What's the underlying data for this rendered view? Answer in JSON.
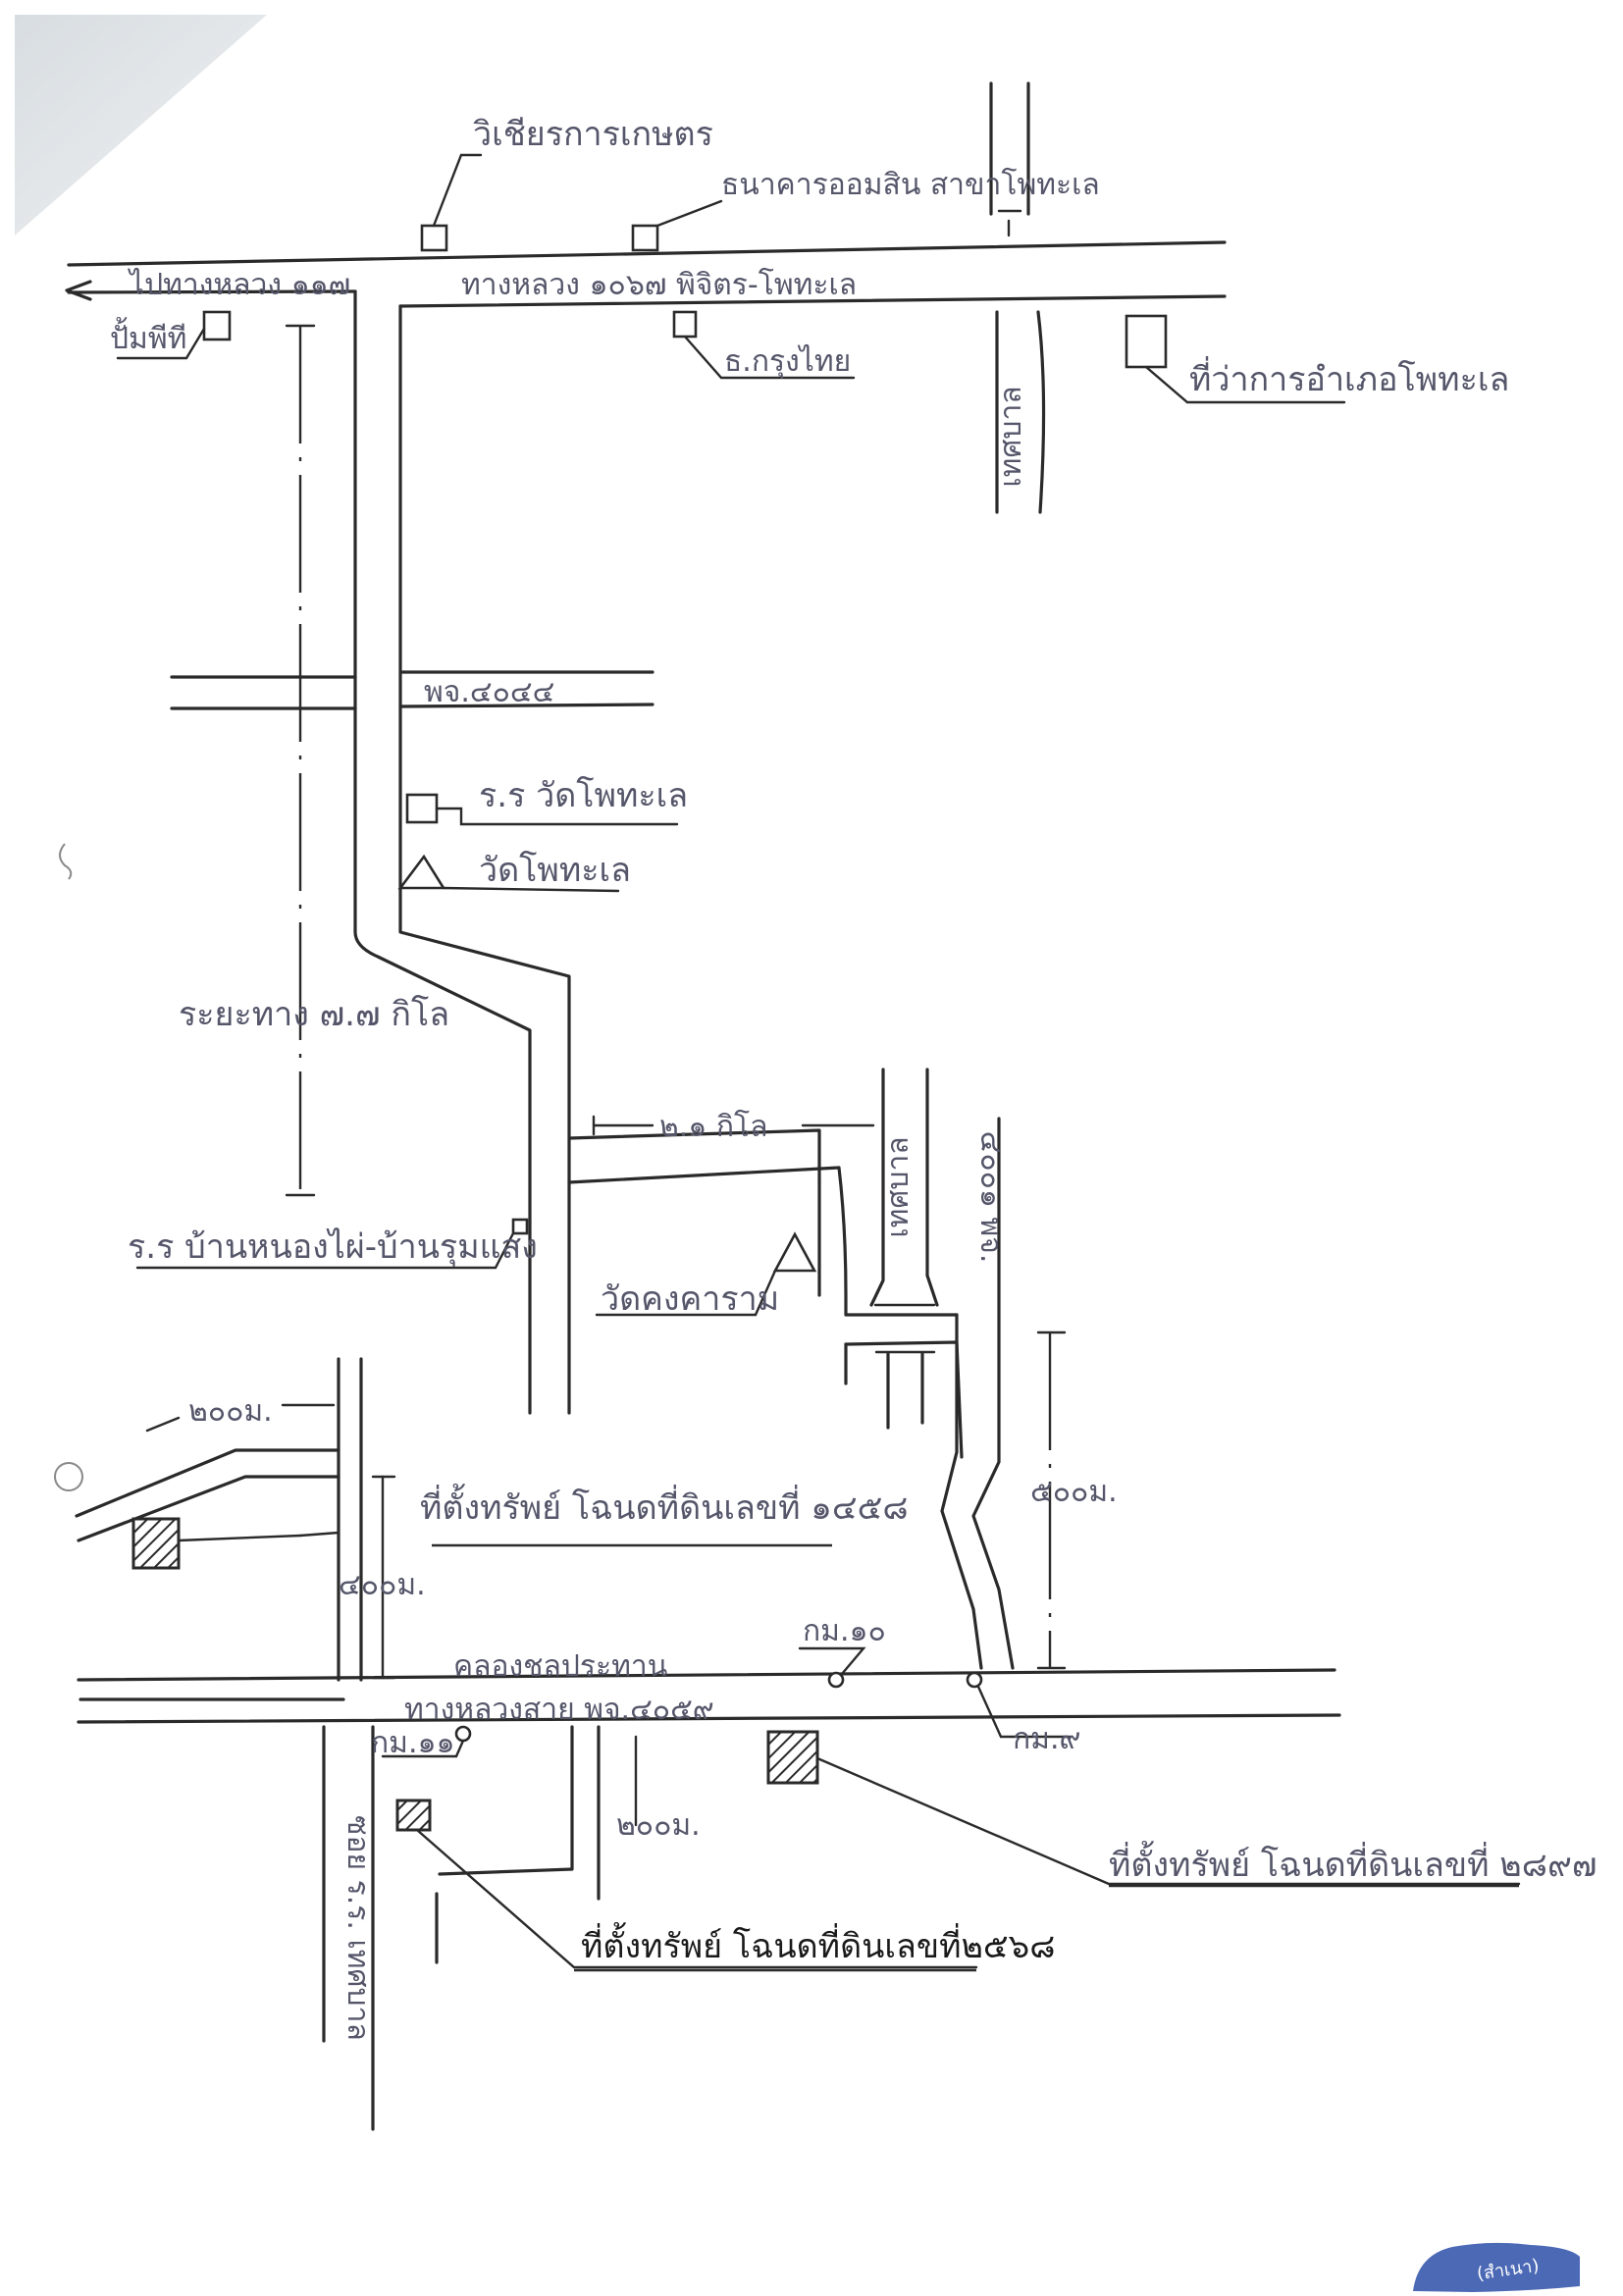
{
  "labels": {
    "highway_117": "ไปทางหลวง ๑๑๗",
    "highway_1067": "ทางหลวง ๑๐๖๗ พิจิตร-โพทะเล",
    "agri_office": "วิเชียรการเกษตร",
    "gsb_bank": "ธนาคารออมสิน สาขาโพทะเล",
    "gas_station": "ปั้มพีที",
    "ktb_bank": "ธ.กรุงไทย",
    "district_office": "ที่ว่าการอำเภอโพทะเล",
    "road_pj4044": "พจ.๔๐๔๔",
    "school_wat_photale": "ร.ร วัดโพทะเล",
    "wat_photale": "วัดโพทะเล",
    "distance_total": "ระยะทาง ๗.๗ กิโล",
    "distance_21": "๒.๑ กิโล",
    "school_nongphai": "ร.ร บ้านหนองไผ่-บ้านรุมแสง",
    "wat_khongkharam": "วัดคงคาราม",
    "road_4001": "๔๐๐๑ พจ.",
    "dist_200_top": "๒๐๐ม.",
    "dist_500": "๕๐๐ม.",
    "dist_400": "๔๐๐ม.",
    "dist_200_bottom": "๒๐๐ม.",
    "property_1": "ที่ตั้งทรัพย์ โฉนดที่ดินเลขที่ ๑๔๕๘",
    "property_2": "ที่ตั้งทรัพย์ โฉนดที่ดินเลขที่ ๒๘๙๗",
    "property_3": "ที่ตั้งทรัพย์ โฉนดที่ดินเลขที่๒๕๖๘",
    "canal": "คลองชลประทาน",
    "highway_4059": "ทางหลวงสาย พจ.๔๐๕๙",
    "km10": "กม.๑๐",
    "km9": "กม.๙",
    "km11": "กม.๑๑",
    "stamp": "(สำเนา)"
  },
  "colors": {
    "ink": "#2a2a2a",
    "label": "#55566a",
    "stamp": "#2b4fa8",
    "corner_fold": "#dfe3e6"
  }
}
